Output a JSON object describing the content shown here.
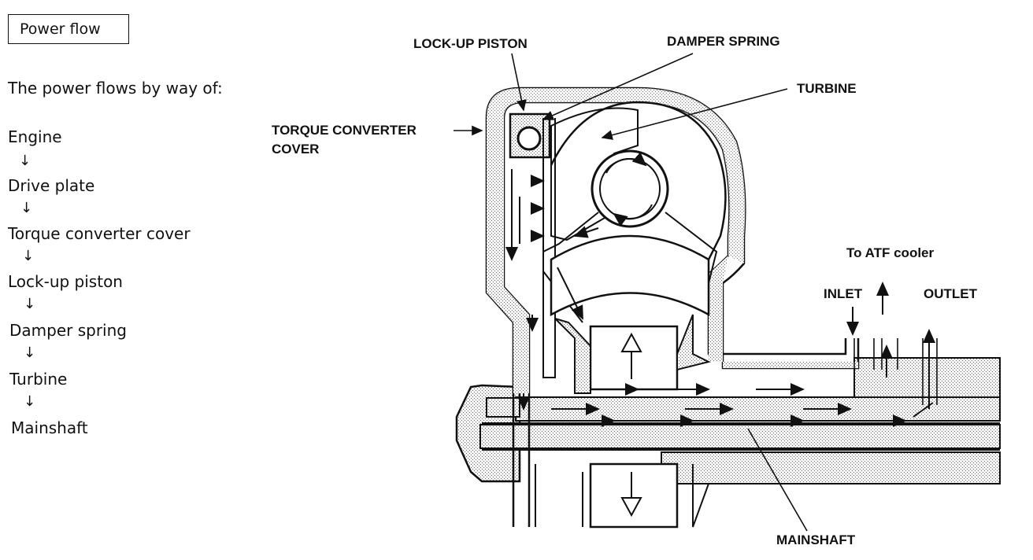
{
  "left_panel": {
    "title": "Power flow",
    "intro": "The power flows by way of:",
    "steps": [
      "Engine",
      "Drive plate",
      "Torque converter cover",
      "Lock-up piston",
      "Damper spring",
      "Turbine",
      "Mainshaft"
    ],
    "arrow_glyph": "↓"
  },
  "labels": {
    "lockup_piston": "LOCK-UP PISTON",
    "damper_spring": "DAMPER SPRING",
    "turbine": "TURBINE",
    "torque_converter_cover_1": "TORQUE CONVERTER",
    "torque_converter_cover_2": "COVER",
    "to_atf_cooler": "To ATF cooler",
    "inlet": "INLET",
    "outlet": "OUTLET",
    "mainshaft": "MAINSHAFT"
  }
}
